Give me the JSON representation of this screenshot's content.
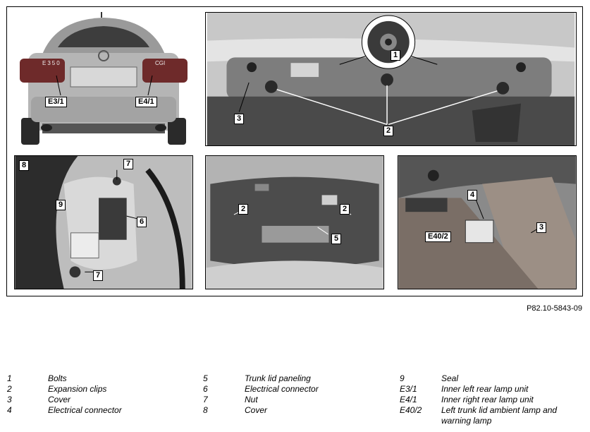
{
  "figure_ref": "P82.10-5843-09",
  "photos": {
    "car_rear": {
      "labels": {
        "e31": "E3/1",
        "e41": "E4/1"
      },
      "badges": {
        "left": "E350",
        "right": "CGI"
      }
    },
    "trunk_detail": {
      "labels": {
        "c1": "1",
        "c2": "2",
        "c3": "3"
      }
    },
    "lamp_closeup": {
      "labels": {
        "c8": "8",
        "c7a": "7",
        "c9": "9",
        "c6": "6",
        "c7b": "7"
      }
    },
    "trunk_open": {
      "labels": {
        "c2a": "2",
        "c2b": "2",
        "c5": "5"
      }
    },
    "ambient_lamp": {
      "labels": {
        "c4": "4",
        "e402": "E40/2",
        "c3": "3"
      }
    }
  },
  "legend": {
    "col1": [
      {
        "key": "1",
        "desc": "Bolts"
      },
      {
        "key": "2",
        "desc": "Expansion clips"
      },
      {
        "key": "3",
        "desc": "Cover"
      },
      {
        "key": "4",
        "desc": "Electrical connector"
      }
    ],
    "col2": [
      {
        "key": "5",
        "desc": "Trunk lid paneling"
      },
      {
        "key": "6",
        "desc": "Electrical connector"
      },
      {
        "key": "7",
        "desc": "Nut"
      },
      {
        "key": "8",
        "desc": "Cover"
      }
    ],
    "col3": [
      {
        "key": "9",
        "desc": "Seal"
      },
      {
        "key": "E3/1",
        "desc": "Inner left rear lamp unit"
      },
      {
        "key": "E4/1",
        "desc": "Inner right rear lamp unit"
      },
      {
        "key": "E40/2",
        "desc": "Left trunk lid ambient lamp and"
      },
      {
        "key": "",
        "desc": "warning lamp"
      }
    ]
  }
}
